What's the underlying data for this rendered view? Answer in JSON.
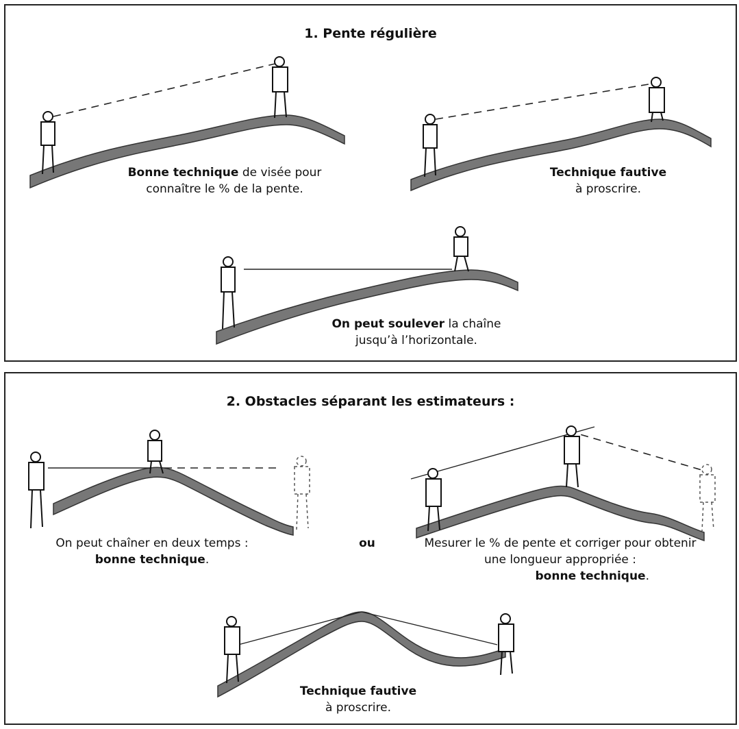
{
  "panel1": {
    "title": "1. Pente régulière",
    "caption_left": {
      "bold": "Bonne technique",
      "text": " de visée pour connaître le % de la pente."
    },
    "caption_right": {
      "bold": "Technique fautive",
      "text": "à proscrire."
    },
    "caption_bottom": {
      "bold": "On peut soulever",
      "text": " la chaîne jusqu’à l’horizontale."
    }
  },
  "panel2": {
    "title": "2. Obstacles séparant les estimateurs :",
    "caption_left": {
      "text": "On peut chaîner en deux temps :",
      "bold": "bonne technique",
      "end": "."
    },
    "or_label": "ou",
    "caption_right": {
      "text": "Mesurer le % de pente et corriger pour obtenir une longueur appropriée :",
      "bold": "bonne technique",
      "end": "."
    },
    "caption_bottom": {
      "bold": "Technique fautive",
      "text": "à proscrire."
    }
  }
}
